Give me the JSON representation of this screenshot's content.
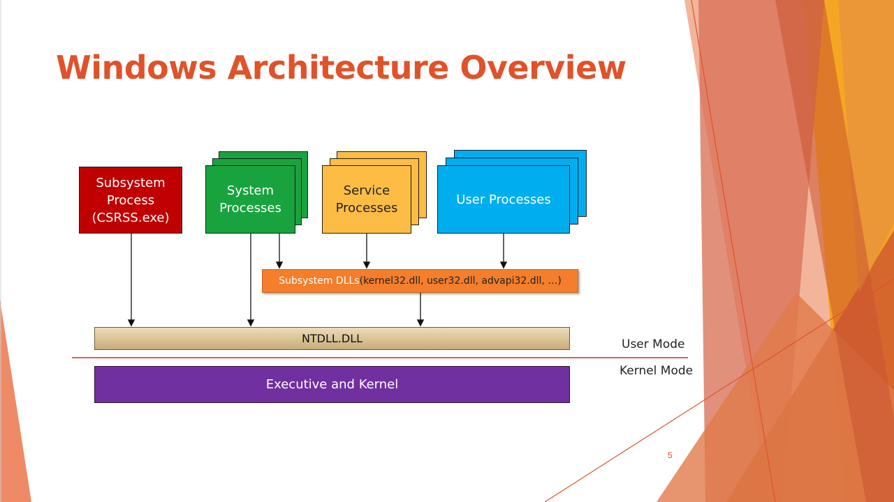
{
  "slide": {
    "title": "Windows Architecture Overview",
    "page_number": "5"
  },
  "diagram": {
    "subsystem_process": {
      "label": "Subsystem\nProcess\n(CSRSS.exe)",
      "color": "#c00000"
    },
    "system_processes": {
      "label": "System\nProcesses",
      "color": "#18a33e"
    },
    "service_processes": {
      "label": "Service\nProcesses",
      "color": "#fdbd45"
    },
    "user_processes": {
      "label": "User Processes",
      "color": "#00aeef"
    },
    "subsystem_dlls": {
      "name": "Subsystem DLLs",
      "detail": " (kernel32.dll, user32.dll, advapi32.dll, …)",
      "color": "#f47e2b"
    },
    "ntdll": {
      "label": "NTDLL.DLL"
    },
    "executive": {
      "label": "Executive and Kernel",
      "color": "#7030a0"
    },
    "user_mode_label": "User Mode",
    "kernel_mode_label": "Kernel Mode",
    "mode_divider_color": "#e02020"
  },
  "theme": {
    "accent": "#e0522a",
    "facet_colors": [
      "#e98a6a",
      "#f1a030",
      "#d56d4f",
      "#c7512d"
    ]
  }
}
